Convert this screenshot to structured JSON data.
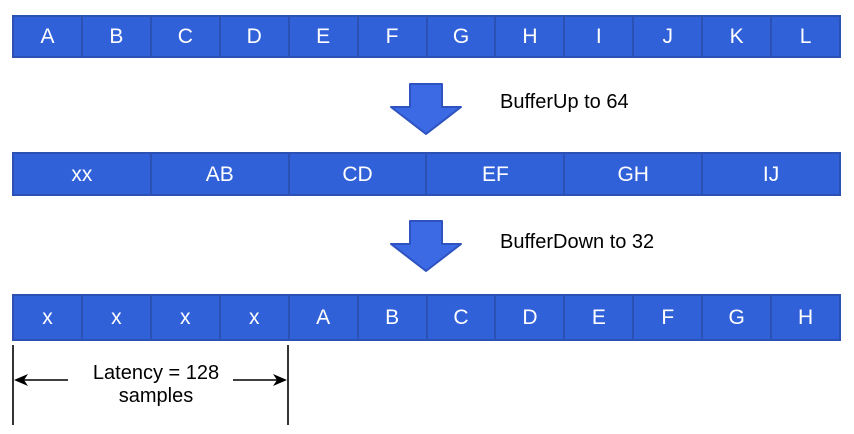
{
  "colors": {
    "cell_fill": "#3161d9",
    "cell_border": "#2b51b5",
    "arrow_fill": "#3c6ae4",
    "arrow_outline": "#2e53c0",
    "label_text": "#000000",
    "cell_text": "#ffffff"
  },
  "rows": [
    {
      "name": "input-buffer-32",
      "cells": [
        "A",
        "B",
        "C",
        "D",
        "E",
        "F",
        "G",
        "H",
        "I",
        "J",
        "K",
        "L"
      ]
    },
    {
      "name": "bufferup-result-64",
      "cells": [
        "xx",
        "AB",
        "CD",
        "EF",
        "GH",
        "IJ"
      ]
    },
    {
      "name": "bufferdown-result-32",
      "cells": [
        "x",
        "x",
        "x",
        "x",
        "A",
        "B",
        "C",
        "D",
        "E",
        "F",
        "G",
        "H"
      ]
    }
  ],
  "steps": [
    {
      "label": "BufferUp to 64"
    },
    {
      "label": "BufferDown to 32"
    }
  ],
  "latency": {
    "line1": "Latency = 128",
    "line2": "samples"
  }
}
